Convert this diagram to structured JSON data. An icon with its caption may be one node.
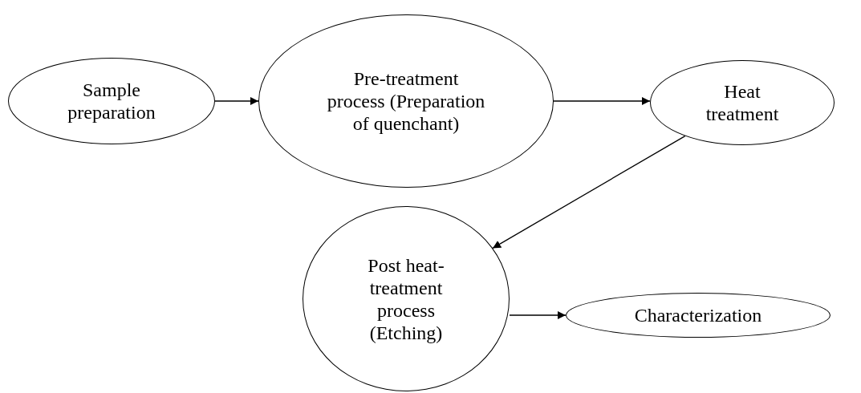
{
  "diagram": {
    "nodes": [
      {
        "text": [
          "Sample preparation"
        ]
      },
      {
        "text": [
          "Pre-treatment process (Preparation of quenchant)"
        ]
      },
      {
        "text": [
          "Heat treatment"
        ]
      },
      {
        "text": [
          "Post heat-treatment process (Etching)"
        ]
      },
      {
        "text": [
          "Characterization"
        ]
      }
    ],
    "edges": [
      {
        "from": 0,
        "to": 1,
        "arrow": "to"
      },
      {
        "from": 1,
        "to": 2,
        "arrow": "to"
      },
      {
        "from": 2,
        "to": 3,
        "arrow": "to"
      },
      {
        "from": 3,
        "to": 4,
        "arrow": "to"
      }
    ]
  }
}
